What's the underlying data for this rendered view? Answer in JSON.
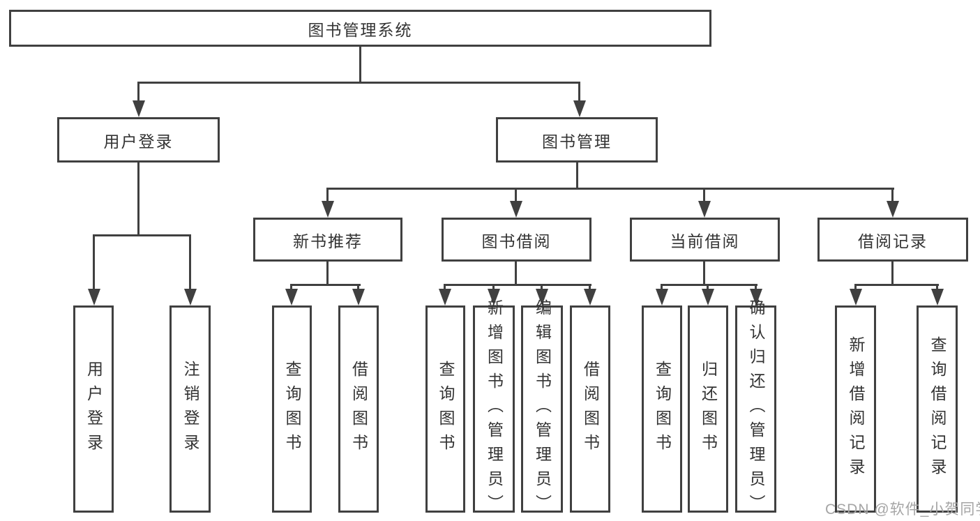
{
  "diagram": {
    "root": {
      "label": "图书管理系统"
    },
    "level2": [
      {
        "label": "用户登录"
      },
      {
        "label": "图书管理"
      }
    ],
    "level3": [
      {
        "label": "新书推荐"
      },
      {
        "label": "图书借阅"
      },
      {
        "label": "当前借阅"
      },
      {
        "label": "借阅记录"
      }
    ],
    "leaves": [
      {
        "label": "用户登录"
      },
      {
        "label": "注销登录"
      },
      {
        "label": "查询图书"
      },
      {
        "label": "借阅图书"
      },
      {
        "label": "查询图书"
      },
      {
        "label": "新增图书（管理员）"
      },
      {
        "label": "编辑图书（管理员）"
      },
      {
        "label": "借阅图书"
      },
      {
        "label": "查询图书"
      },
      {
        "label": "归还图书"
      },
      {
        "label": "确认归还（管理员）"
      },
      {
        "label": "新增借阅记录"
      },
      {
        "label": "查询借阅记录"
      }
    ],
    "watermark": "CSDN @软件_小贺同学",
    "colors": {
      "line": "#404040",
      "text": "#333333",
      "background": "#ffffff",
      "watermark": "#a5a5a5"
    }
  }
}
